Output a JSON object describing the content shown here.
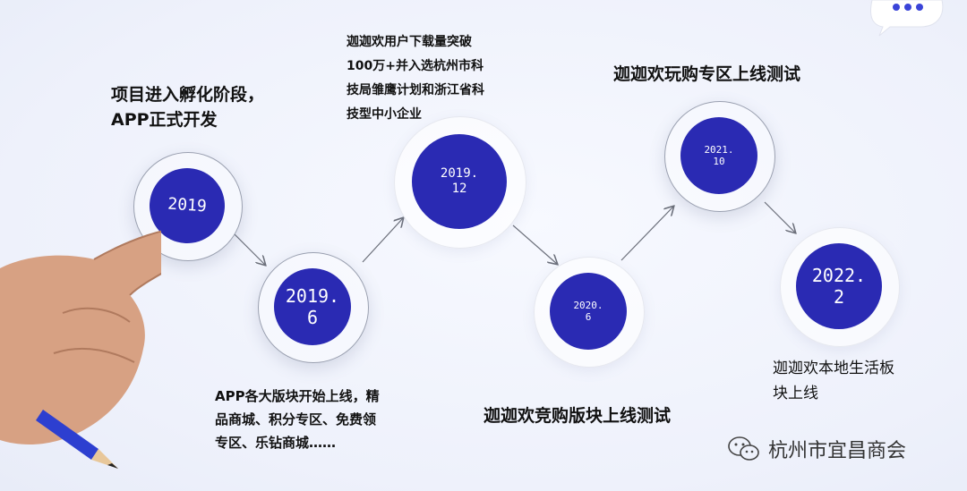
{
  "milestones": [
    {
      "date": "2019",
      "text": "项目进入孵化阶段，\nAPP正式开发"
    },
    {
      "date": "2019.\n6",
      "text": "APP各大版块开始上线，精\n品商城、积分专区、免费领\n专区、乐钻商城……"
    },
    {
      "date": "2019.\n12",
      "text": "迦迦欢用户下载量突破\n100万+并入选杭州市科\n技局雏鹰计划和浙江省科\n技型中小企业"
    },
    {
      "date": "2020.\n6",
      "text": "迦迦欢竞购版块上线测试"
    },
    {
      "date": "2021.\n10",
      "text": "迦迦欢玩购专区上线测试"
    },
    {
      "date": "2022.\n2",
      "text": "迦迦欢本地生活板\n块上线"
    }
  ],
  "watermark": {
    "text": "杭州市宜昌商会",
    "icon": "wechat-icon"
  },
  "colors": {
    "disc": "#2a2ab3",
    "arrow": "#6b6f7a"
  }
}
